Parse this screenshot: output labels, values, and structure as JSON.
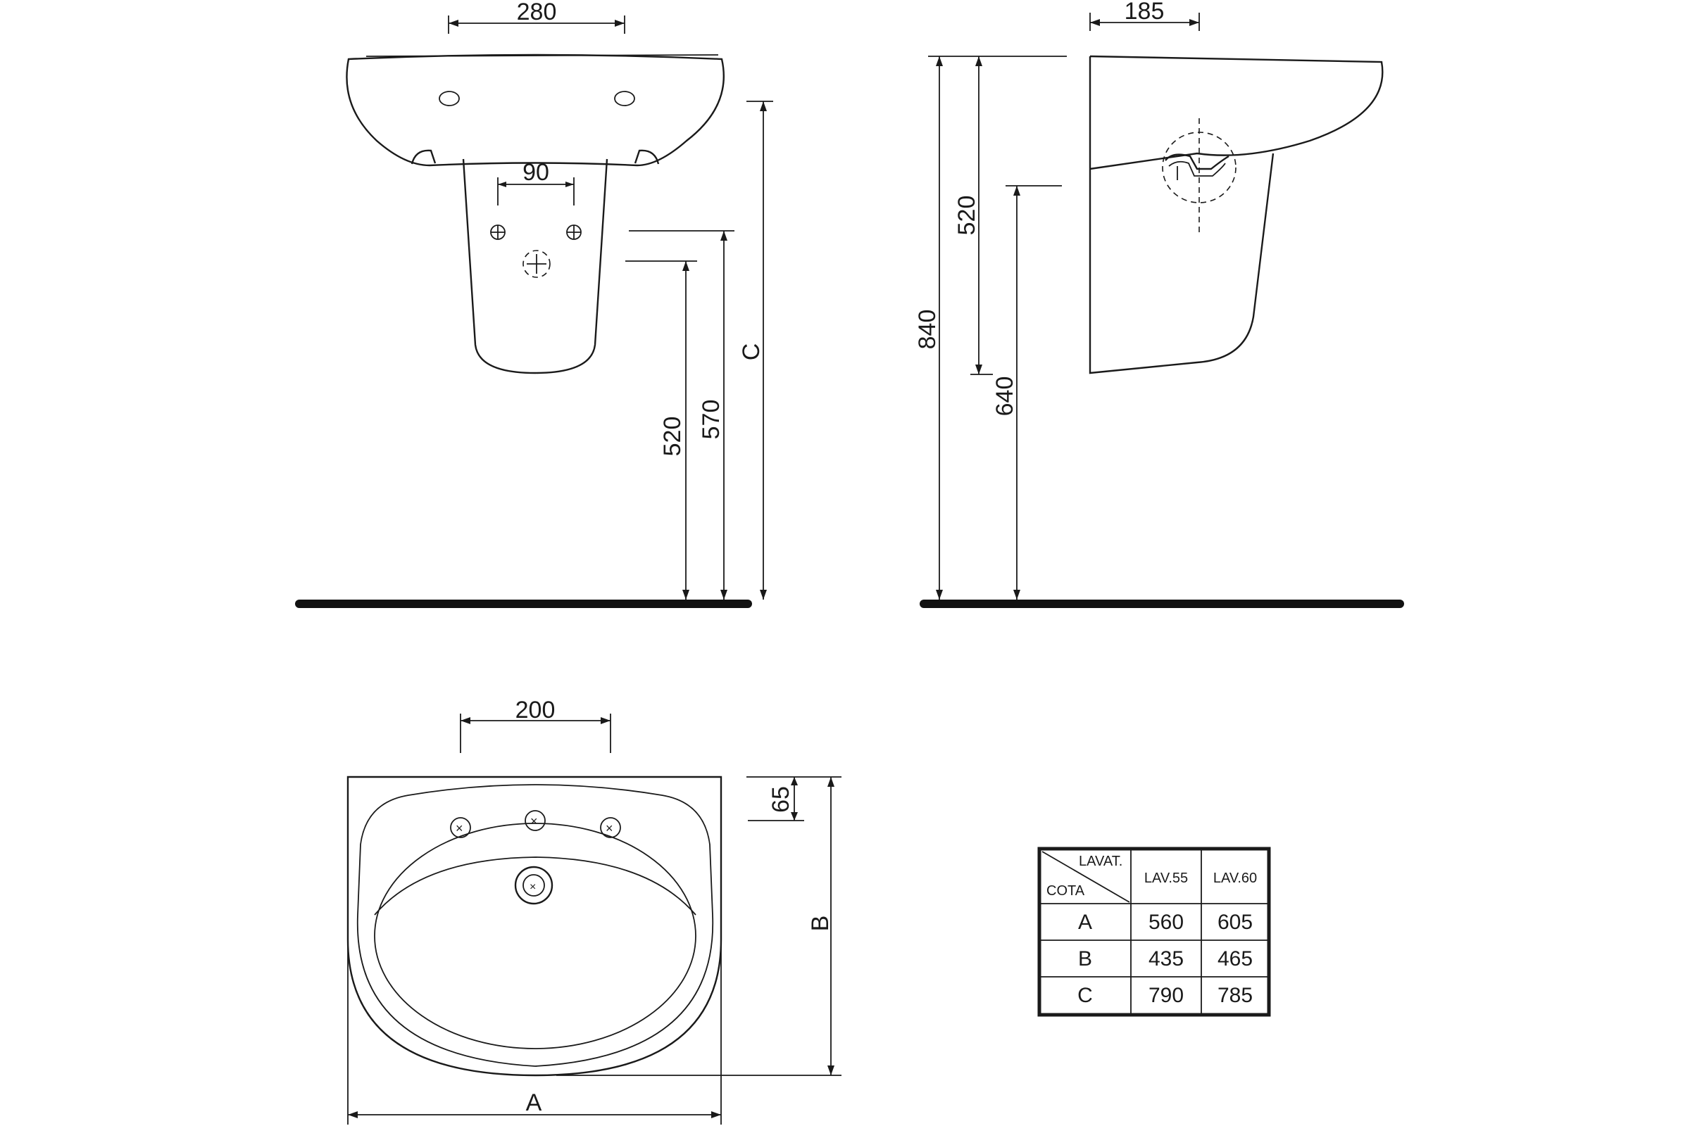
{
  "front_view": {
    "dim_width": "280",
    "dim_holes": "90",
    "dim_520": "520",
    "dim_570": "570",
    "dim_c": "C"
  },
  "side_view": {
    "dim_depth": "185",
    "dim_840": "840",
    "dim_520": "520",
    "dim_640": "640"
  },
  "top_view": {
    "dim_200": "200",
    "dim_65": "65",
    "dim_a": "A",
    "dim_b": "B"
  },
  "table": {
    "header_lavat": "LAVAT.",
    "header_cota": "COTA",
    "columns": [
      "LAV.55",
      "LAV.60"
    ],
    "rows": [
      {
        "cota": "A",
        "lav55": "560",
        "lav60": "605"
      },
      {
        "cota": "B",
        "lav55": "435",
        "lav60": "465"
      },
      {
        "cota": "C",
        "lav55": "790",
        "lav60": "785"
      }
    ]
  }
}
